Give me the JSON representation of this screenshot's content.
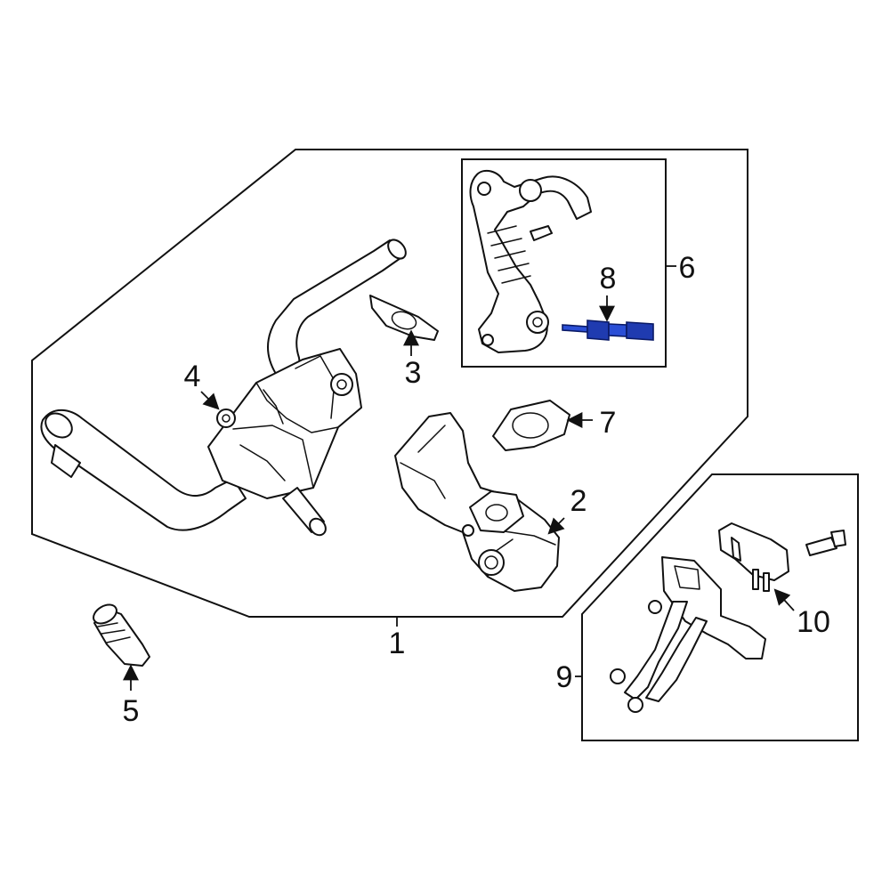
{
  "callouts": {
    "c1": "1",
    "c2": "2",
    "c3": "3",
    "c4": "4",
    "c5": "5",
    "c6": "6",
    "c7": "7",
    "c8": "8",
    "c9": "9",
    "c10": "10"
  },
  "colors": {
    "line": "#111111",
    "background": "#ffffff",
    "highlight_part": "#2b4fd6"
  },
  "highlighted_part": "8"
}
